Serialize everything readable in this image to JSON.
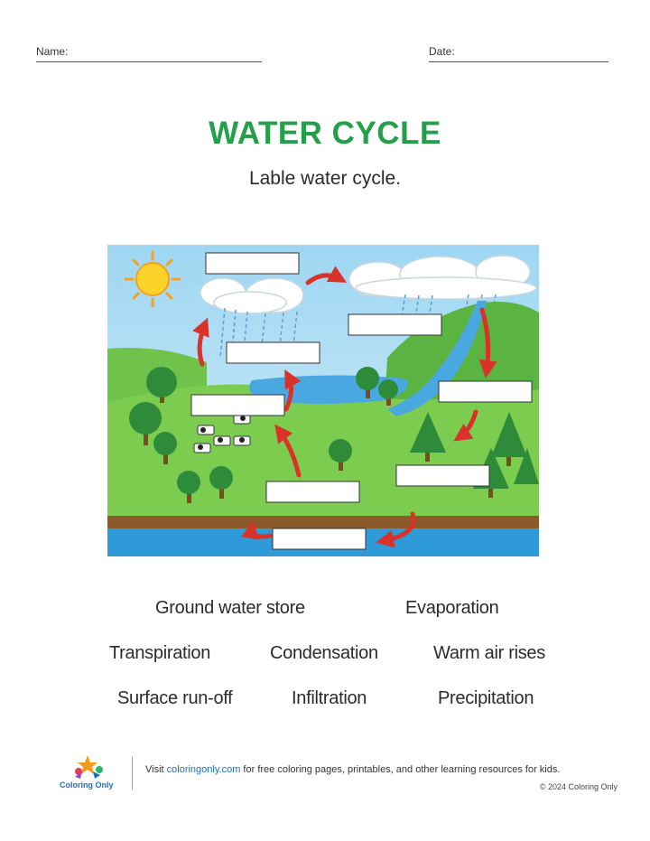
{
  "header": {
    "name_label": "Name:",
    "date_label": "Date:"
  },
  "title": "WATER CYCLE",
  "subtitle": "Lable water cycle.",
  "word_bank": [
    [
      "Ground water store",
      "Evaporation"
    ],
    [
      "Transpiration",
      "Condensation",
      "Warm air rises"
    ],
    [
      "Surface run-off",
      "Infiltration",
      "Precipitation"
    ]
  ],
  "footer": {
    "visit_prefix": "Visit ",
    "link_text": "coloringonly.com",
    "visit_suffix": " for free coloring pages, printables, and other learning resources for kids.",
    "copyright": "© 2024 Coloring Only",
    "logo_text": "Coloring Only"
  },
  "colors": {
    "title_green": "#22a04a",
    "link_blue": "#1d6fc1",
    "arrow_red": "#d8322a"
  }
}
